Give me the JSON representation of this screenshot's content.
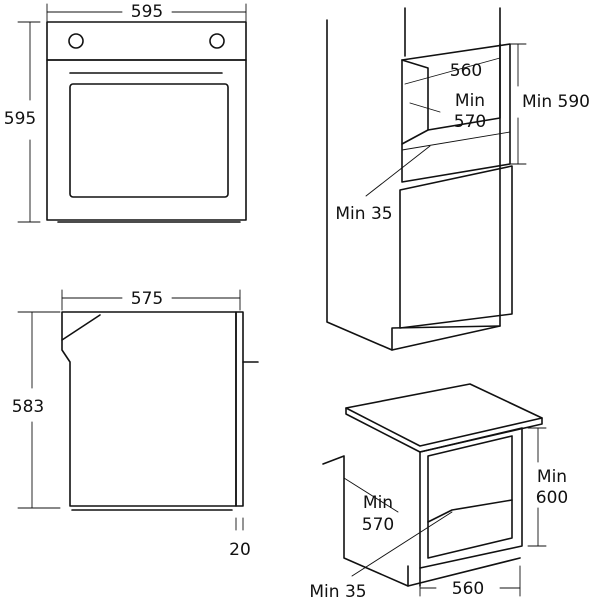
{
  "front_view": {
    "width_label": "595",
    "height_label": "595"
  },
  "side_view": {
    "depth_label": "575",
    "height_label": "583",
    "door_label": "20"
  },
  "tall_cabinet": {
    "width_label": "560",
    "depth_label_min": "Min",
    "depth_label_value": "570",
    "height_label": "Min 590",
    "vent_label": "Min 35"
  },
  "undercounter_cabinet": {
    "width_label": "560",
    "height_label_min": "Min",
    "height_label_value": "600",
    "depth_label_min": "Min",
    "depth_label_value": "570",
    "vent_label": "Min 35"
  }
}
